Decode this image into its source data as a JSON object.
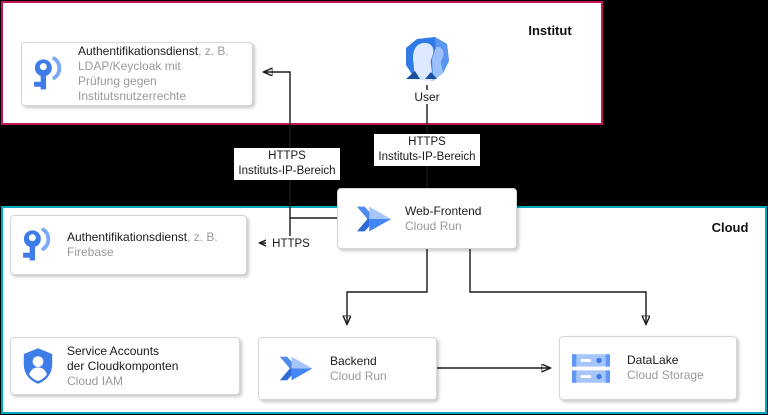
{
  "regions": {
    "institut": {
      "label": "Institut",
      "border_color": "#c4155c"
    },
    "cloud": {
      "label": "Cloud",
      "border_color": "#00a9bd"
    }
  },
  "nodes": {
    "auth_institut": {
      "icon": "key-icon",
      "title": "Authentifikationsdienst",
      "title_suffix": ", z. B.",
      "detail_lines": [
        "LDAP/Keycloak mit",
        "Prüfung gegen",
        "Institutsnutzerrechte"
      ]
    },
    "user": {
      "icon": "users-icon",
      "label": "User"
    },
    "web_frontend": {
      "icon": "cloud-run-icon",
      "title": "Web-Frontend",
      "subtitle": "Cloud Run"
    },
    "auth_cloud": {
      "icon": "key-icon",
      "title": "Authentifikationsdienst",
      "title_suffix": ", z. B.",
      "detail_lines": [
        "Firebase"
      ]
    },
    "service_accounts": {
      "icon": "shield-person-icon",
      "title_line1": "Service Accounts",
      "title_line2": "der Cloudkomponten",
      "subtitle": "Cloud IAM"
    },
    "backend": {
      "icon": "cloud-run-icon",
      "title": "Backend",
      "subtitle": "Cloud Run"
    },
    "datalake": {
      "icon": "cloud-storage-icon",
      "title": "DataLake",
      "subtitle": "Cloud Storage"
    }
  },
  "edge_labels": {
    "user_to_frontend": {
      "line1": "HTTPS",
      "line2": "Instituts-IP-Bereich"
    },
    "frontend_to_institut_auth": {
      "line1": "HTTPS",
      "line2": "Instituts-IP-Bereich"
    },
    "frontend_to_cloud_auth": {
      "line1": "HTTPS"
    }
  },
  "colors": {
    "accent_blue": "#3e7de7",
    "line": "#1a1a1a",
    "muted_text": "#9a9a9a"
  }
}
